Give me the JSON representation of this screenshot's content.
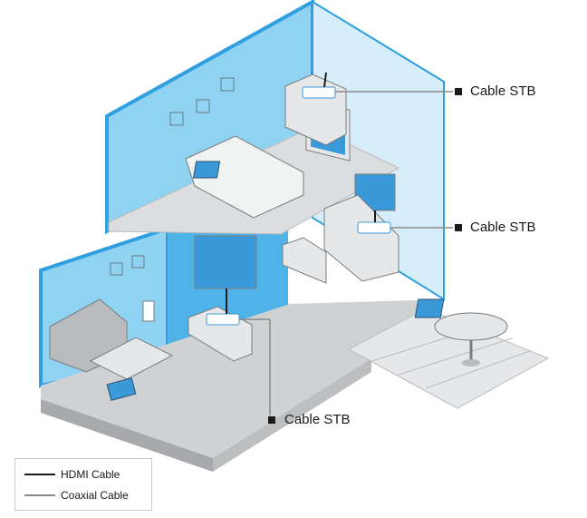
{
  "callouts": {
    "stb_top": "Cable STB",
    "stb_middle": "Cable STB",
    "stb_bottom": "Cable STB"
  },
  "legend": {
    "hdmi_label": "HDMI Cable",
    "coax_label": "Coaxial Cable"
  },
  "colors": {
    "wall_light": "#8fd2f2",
    "wall_mid": "#4fb3e8",
    "wall_edge": "#2f9fdf",
    "floor": "#cfd1d3",
    "floor_edge": "#a7a9ac",
    "furniture": "#e6e7e8",
    "furniture_dark": "#b9bbbe",
    "screen": "#3a9ad9",
    "hdmi": "#1a1a1a",
    "coax": "#8a8a8a"
  }
}
